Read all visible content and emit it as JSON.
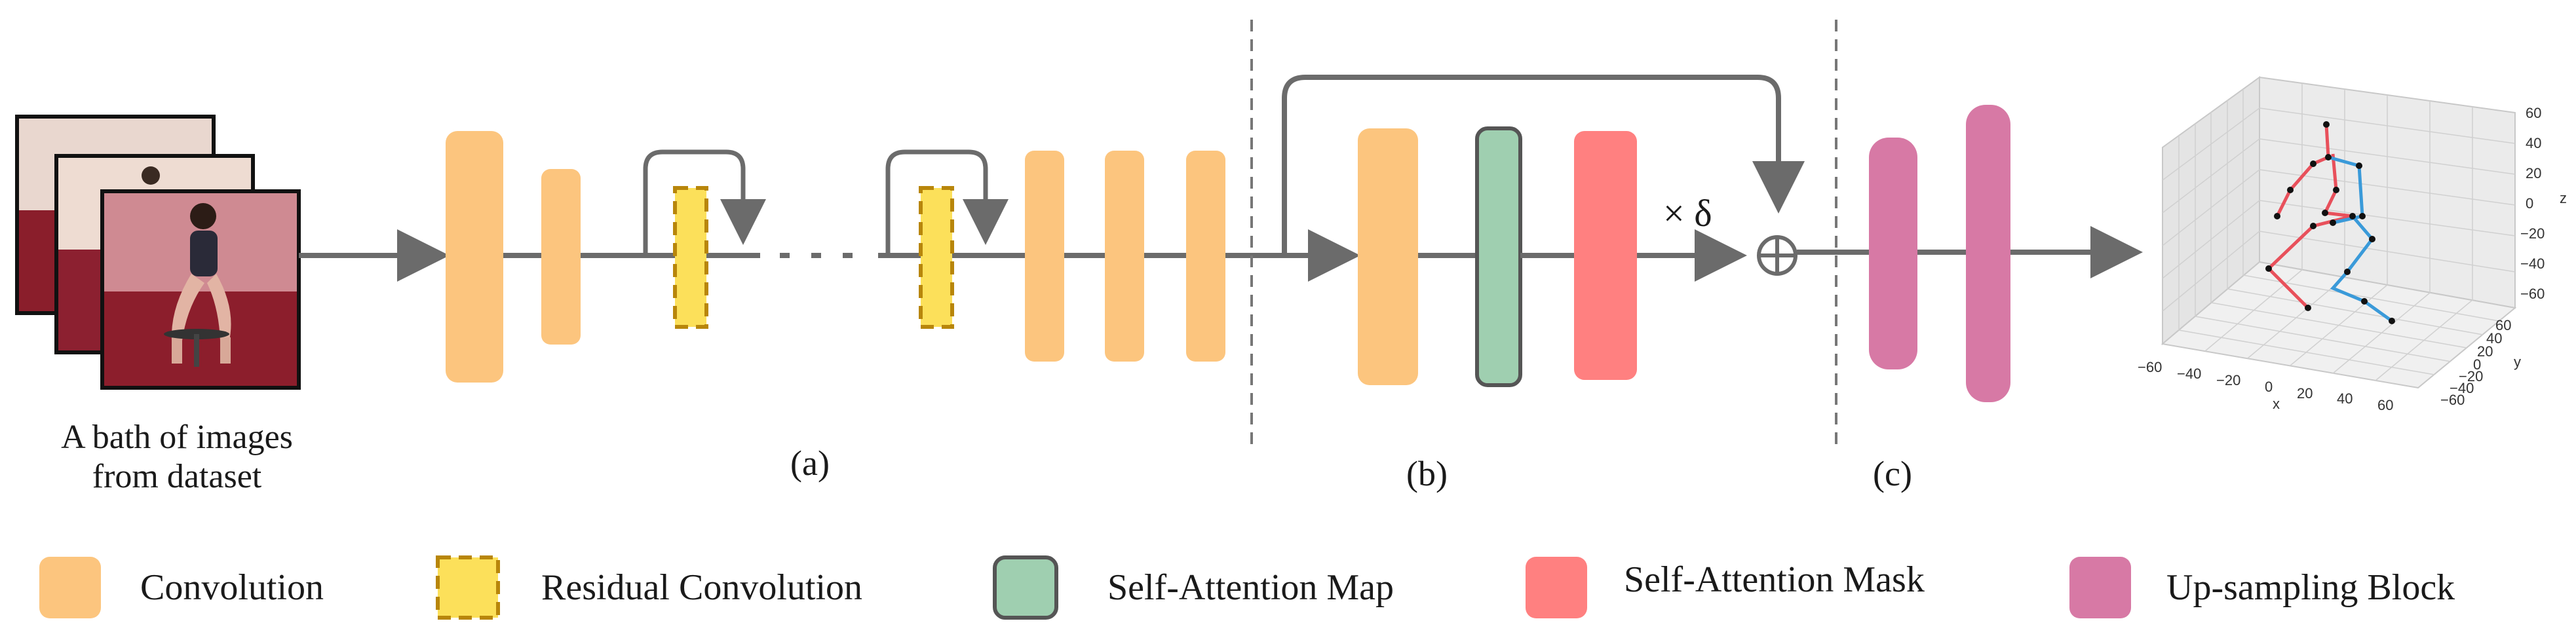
{
  "colors": {
    "convolution": "#FCC57E",
    "residual_fill": "#FCE05A",
    "residual_border": "#B8860B",
    "attention_map": "#9FCFB0",
    "attention_mask": "#FF8080",
    "upsampling": "#D779A5",
    "arrow": "#6b6b6b"
  },
  "input_caption_line1": "A bath of images",
  "input_caption_line2": "from dataset",
  "section_labels": {
    "a": "(a)",
    "b": "(b)",
    "c": "(c)"
  },
  "multiply_label": "× δ",
  "legend": [
    {
      "key": "convolution",
      "label": "Convolution"
    },
    {
      "key": "residual",
      "label": "Residual Convolution"
    },
    {
      "key": "attention_map",
      "label": "Self-Attention Map"
    },
    {
      "key": "attention_mask",
      "label": "Self-Attention Mask"
    },
    {
      "key": "upsampling",
      "label": "Up-sampling Block"
    }
  ],
  "pose_plot": {
    "x_ticks": [
      "−60",
      "−40",
      "−20",
      "0",
      "20",
      "40",
      "60"
    ],
    "y_ticks": [
      "60",
      "40",
      "20",
      "0",
      "−20",
      "−40",
      "−60"
    ],
    "z_ticks": [
      "60",
      "40",
      "20",
      "0",
      "−20",
      "−40",
      "−60"
    ],
    "x_label": "x",
    "y_label": "y",
    "z_label": "z"
  }
}
